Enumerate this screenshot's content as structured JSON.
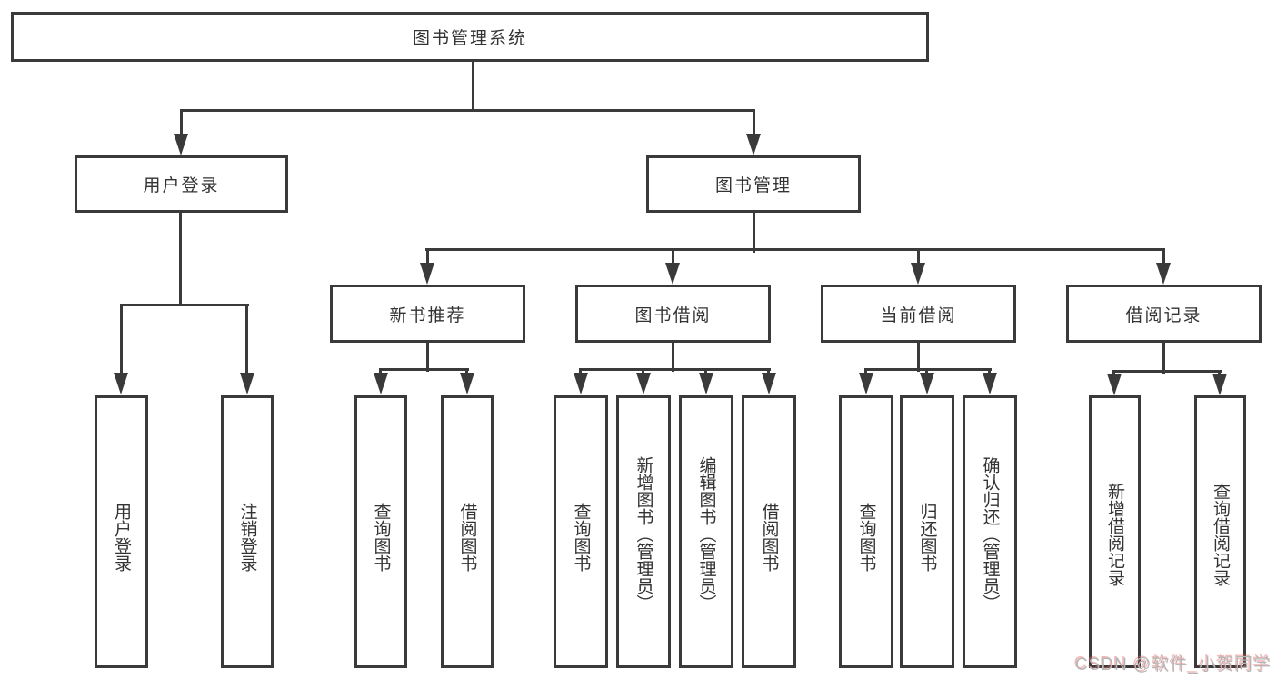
{
  "tree": {
    "label": "图书管理系统",
    "children": [
      {
        "label": "用户登录",
        "children": [
          {
            "label": "用户登录"
          },
          {
            "label": "注销登录"
          }
        ]
      },
      {
        "label": "图书管理",
        "children": [
          {
            "label": "新书推荐",
            "children": [
              {
                "label": "查询图书"
              },
              {
                "label": "借阅图书"
              }
            ]
          },
          {
            "label": "图书借阅",
            "children": [
              {
                "label": "查询图书"
              },
              {
                "label": "新增图书（管理员）"
              },
              {
                "label": "编辑图书（管理员）"
              },
              {
                "label": "借阅图书"
              }
            ]
          },
          {
            "label": "当前借阅",
            "children": [
              {
                "label": "查询图书"
              },
              {
                "label": "归还图书"
              },
              {
                "label": "确认归还（管理员）"
              }
            ]
          },
          {
            "label": "借阅记录",
            "children": [
              {
                "label": "新增借阅记录"
              },
              {
                "label": "查询借阅记录"
              }
            ]
          }
        ]
      }
    ]
  },
  "watermark": {
    "text": "CSDN @软件_小贺同学"
  },
  "colors": {
    "line": "#3a3a3a",
    "text": "#333333",
    "background": "#ffffff",
    "watermark": "#b6b6b6",
    "watermark_shadow": "#e76666"
  }
}
